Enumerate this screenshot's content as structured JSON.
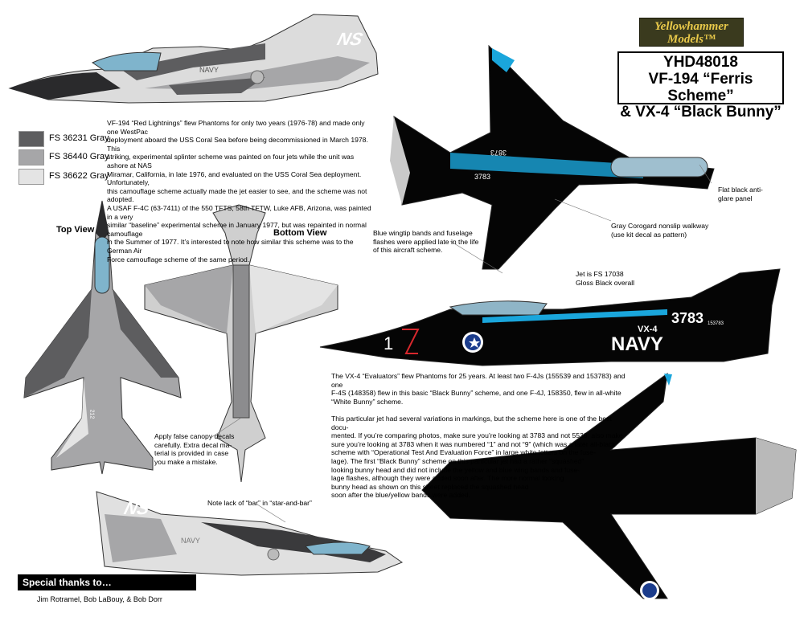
{
  "brand": {
    "line1": "Yellowhammer",
    "line2": "Models™"
  },
  "title": {
    "code": "YHD48018",
    "line2": "VF-194 “Ferris Scheme”",
    "line3": "& VX-4 “Black Bunny”"
  },
  "swatches": [
    {
      "label": "FS 36231 Gray",
      "color": "#5d5d5f"
    },
    {
      "label": "FS 36440 Gray",
      "color": "#a6a6a8"
    },
    {
      "label": "FS 36622 Gray",
      "color": "#e4e4e4"
    }
  ],
  "vf194_text": [
    "VF-194 “Red Lightnings” flew Phantoms for only two years (1976-78) and made only one WestPac",
    "deployment aboard the USS Coral Sea before being decommissioned in March 1978.  This",
    "striking, experimental splinter scheme was painted on four jets while the unit was ashore at NAS",
    "Miramar, California, in late 1976, and evaluated on the USS Coral Sea deployment.  Unfortunately,",
    "this camouflage scheme actually made the jet easier to see, and the scheme was not adopted.",
    "A USAF F-4C (63-7411) of the 550 TFTS, 58th TFTW, Luke AFB, Arizona, was painted in a very",
    "similar “baseline” experimental scheme in January 1977, but was repainted in normal camouflage",
    "in the Summer of 1977.  It’s interested to note how similar this scheme was to the German Air",
    "Force camouflage scheme of the same period."
  ],
  "views": {
    "top": "Top View",
    "bottom": "Bottom View"
  },
  "notes": {
    "canopy": [
      "Apply false canopy decals",
      "carefully.  Extra decal ma-",
      "terial is provided in case",
      "you make a mistake."
    ],
    "star_bar": "Note lack of “bar” in “star-and-bar”",
    "flat_black": [
      "Flat black anti-",
      "glare panel"
    ],
    "walkway": [
      "Gray Corogard nonslip walkway",
      "(use kit decal as pattern)"
    ],
    "wingtip": [
      "Blue wingtip bands and fuselage",
      "flashes were applied late in the life",
      "of this aircraft scheme."
    ],
    "gloss": [
      "Jet is FS 17038",
      "Gloss Black overall"
    ]
  },
  "vx4_text": [
    "The VX-4 “Evaluators” flew Phantoms for 25 years.  At least two F-4Js (155539 and 153783) and one",
    "F-4S (148358) flew in this basic “Black Bunny” scheme, and one F-4J, 158350, flew in all-white",
    "“White Bunny” scheme.",
    "",
    "This particular jet had several variations in markings, but the scheme here is one of the best docu-",
    "mented.  If you’re comparing photos, make sure you’re looking at 3783 and not 5539; also make",
    "sure you’re looking at 3783 when it was numbered “1” and not “9” (which was a later all-black",
    "scheme with “Operational Test And Evaluation Force” in large white letters on the fuse-",
    "lage).  The first “Black Bunny” scheme on this particular jet had a rather “squashed”",
    "looking bunny head and did not include the yellow and blue wing bands and fuse-",
    "lage flashes, although they were added soon after.  The more normal looking",
    "bunny head as shown on this sheet replaced the squashed head",
    "soon after the blue/yellow bands were added."
  ],
  "markings": {
    "ns_code": "NS",
    "navy": "NAVY",
    "modex": "3783",
    "modex_rev": "3873",
    "vx4": "VX-4",
    "buno": "153783",
    "nose": "1",
    "tail_small": "212"
  },
  "thanks": {
    "heading": "Special thanks to…",
    "names": "Jim Rotramel, Bob LaBouy, & Bob Dorr"
  },
  "colors": {
    "black": "#050505",
    "blue": "#1aa6dc",
    "gray_dark": "#5d5d5f",
    "gray_mid": "#a6a6a8",
    "gray_light": "#e4e4e4",
    "canopy": "#7fb4cc",
    "red": "#d8282d"
  }
}
